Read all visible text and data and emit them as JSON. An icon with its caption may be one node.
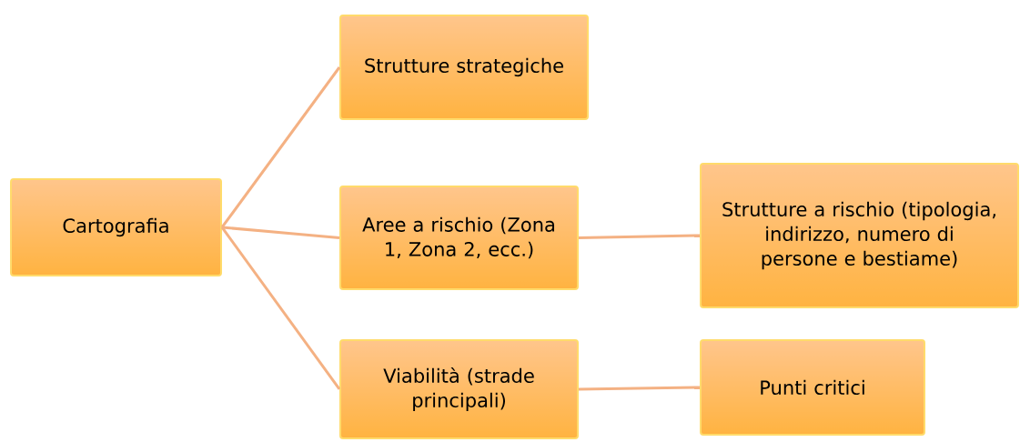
{
  "diagram": {
    "nodes": [
      {
        "text": [
          "Cartografia"
        ]
      },
      {
        "text": [
          "Strutture strategiche"
        ]
      },
      {
        "text": [
          "Aree a rischio (Zona 1, Zona 2, ecc.)"
        ]
      },
      {
        "text": [
          "Strutture a rischio (tipologia, indirizzo, numero di persone e bestiame)"
        ]
      },
      {
        "text": [
          "Viabilità (strade principali)"
        ]
      },
      {
        "text": [
          "Punti critici"
        ]
      }
    ],
    "edges": [
      {
        "from": 0,
        "to": 1,
        "arrow": "none"
      },
      {
        "from": 0,
        "to": 2,
        "arrow": "none"
      },
      {
        "from": 0,
        "to": 4,
        "arrow": "none"
      },
      {
        "from": 2,
        "to": 3,
        "arrow": "none"
      },
      {
        "from": 4,
        "to": 5,
        "arrow": "none"
      }
    ]
  }
}
